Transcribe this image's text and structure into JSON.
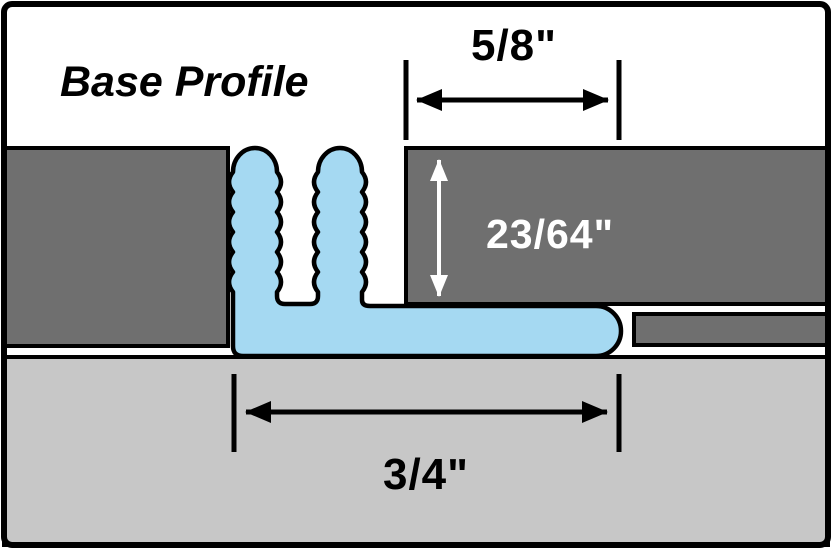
{
  "title": "Base Profile",
  "dimensions": {
    "top": {
      "label": "5/8\""
    },
    "side": {
      "label": "23/64\""
    },
    "bottom": {
      "label": "3/4\""
    }
  },
  "colors": {
    "profile_fill": "#a5d9f2",
    "panel_fill": "#6f6f6f",
    "substrate_fill": "#c7c7c7",
    "outline": "#000000",
    "dim_dark": "#000000",
    "dim_light": "#ffffff",
    "background": "#ffffff"
  }
}
